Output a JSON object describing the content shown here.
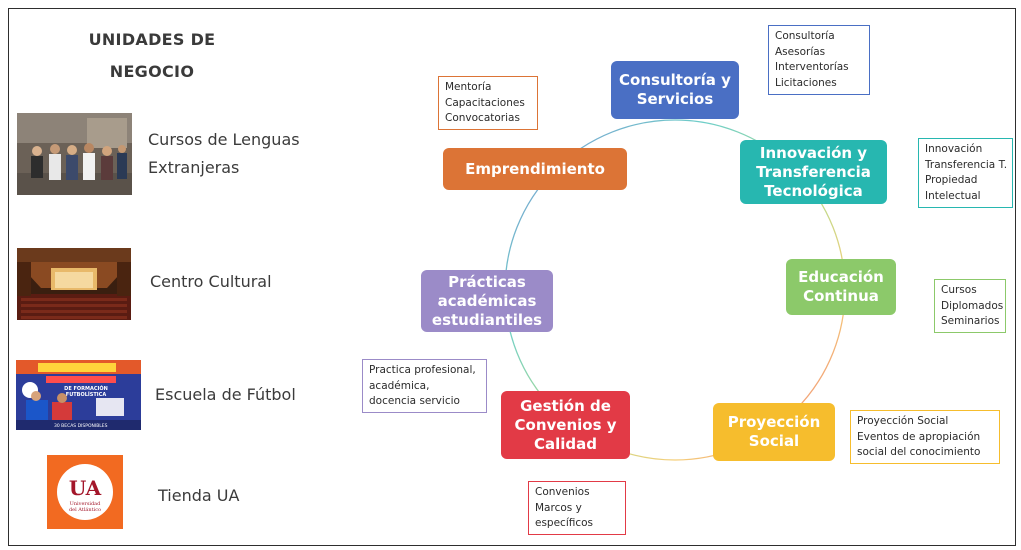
{
  "title": "UNIDADES DE NEGOCIO",
  "units": [
    {
      "label": "Cursos de Lenguas Extranjeras",
      "icon": "students-photo"
    },
    {
      "label": "Centro Cultural",
      "icon": "theater-photo"
    },
    {
      "label": "Escuela de Fútbol",
      "icon": "football-school-poster"
    },
    {
      "label": "Tienda UA",
      "icon": "ua-logo"
    }
  ],
  "poster": {
    "line1": "DE FORMACIÓN",
    "line2": "FUTBOLÍSTICA",
    "ribbon": "30 BECAS DISPONIBLES"
  },
  "logo": {
    "mark": "UA",
    "text1": "Universidad",
    "text2": "del Atlántico"
  },
  "nodes": {
    "consultoria": {
      "label": "Consultoría y\nServicios",
      "color": "#4a6fc4"
    },
    "innovacion": {
      "label": "Innovación y\nTransferencia\nTecnológica",
      "color": "#27b7b0"
    },
    "educacion": {
      "label": "Educación\nContinua",
      "color": "#8cc96a"
    },
    "proyeccion": {
      "label": "Proyección\nSocial",
      "color": "#f6bd2d"
    },
    "gestion": {
      "label": "Gestión de\nConvenios y\nCalidad",
      "color": "#e23a46"
    },
    "practicas": {
      "label": "Prácticas\nacadémicas\nestudiantiles",
      "color": "#9b8bc8"
    },
    "emprendimiento": {
      "label": "Emprendimiento",
      "color": "#dc7436"
    }
  },
  "notes": {
    "consultoria": [
      "Consultoría",
      "Asesorías",
      "Interventorías",
      "Licitaciones"
    ],
    "innovacion": [
      "Innovación",
      "Transferencia T.",
      "Propiedad",
      "Intelectual"
    ],
    "educacion": [
      "Cursos",
      "Diplomados",
      "Seminarios"
    ],
    "proyeccion": [
      "Proyección Social",
      "Eventos de apropiación",
      "social del conocimiento"
    ],
    "gestion": [
      "Convenios",
      "Marcos y",
      "específicos"
    ],
    "practicas": [
      "Practica profesional,",
      "académica,",
      "docencia servicio"
    ],
    "emprendimiento": [
      "Mentoría",
      "Capacitaciones",
      "Convocatorias"
    ]
  }
}
